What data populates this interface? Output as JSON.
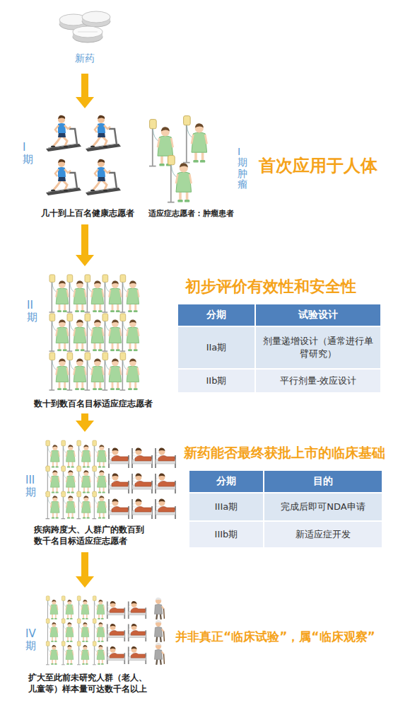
{
  "diagram": {
    "nodes": [
      {
        "text": [
          "新药"
        ]
      },
      {
        "text": [
          "I期",
          "几十到上百名健康志愿者",
          "适应症志愿者：肿瘤患者",
          "I期肿瘤"
        ]
      },
      {
        "text": [
          "II期",
          "数十到数百名目标适应症志愿者"
        ]
      },
      {
        "text": [
          "III期",
          "疾病跨度大、人群广的数百到数千名目标适应症志愿者"
        ]
      },
      {
        "text": [
          "IV期",
          "扩大至此前未研究人群（老人、儿童等）样本量可达数千名以上"
        ]
      }
    ],
    "edges": [
      {
        "from": 0,
        "to": 1,
        "arrow": "to"
      },
      {
        "from": 1,
        "to": 2,
        "arrow": "to"
      },
      {
        "from": 2,
        "to": 3,
        "arrow": "to"
      },
      {
        "from": 3,
        "to": 4,
        "arrow": "to"
      }
    ],
    "labels": [
      "首次应用于人体",
      "初步评价有效性和安全性",
      "分期",
      "试验设计",
      "IIa期",
      "剂量递增设计（通常进行单臂研究）",
      "IIb期",
      "平行剂量-效应设计",
      "新药能否最终获批上市的临床基础",
      "分期",
      "目的",
      "IIIa期",
      "完成后即可NDA申请",
      "IIIb期",
      "新适应症开发",
      "并非真正“临床试验”，属“临床观察”"
    ]
  }
}
